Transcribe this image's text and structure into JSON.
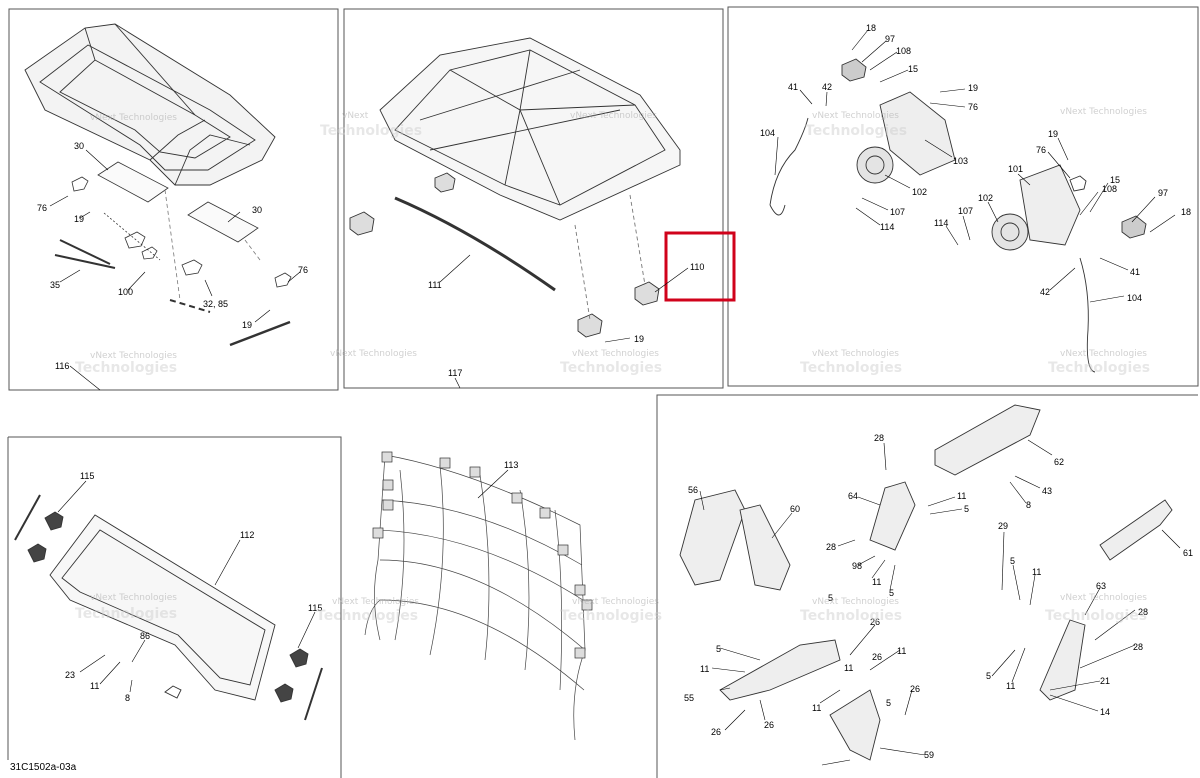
{
  "drawing_ref": "31C1502a-03a",
  "watermark": {
    "line1": "vNext Technologies",
    "line2": "vNext",
    "line3": "Technologies"
  },
  "highlight_color": "#d0021b",
  "panels": {
    "p1": {
      "callouts": [
        "30",
        "76",
        "19",
        "30",
        "35",
        "100",
        "32, 85",
        "76",
        "19",
        "116"
      ]
    },
    "p2": {
      "callouts": [
        "111",
        "110",
        "19",
        "117"
      ]
    },
    "p3": {
      "callouts": [
        "18",
        "97",
        "108",
        "15",
        "41",
        "42",
        "19",
        "76",
        "104",
        "103",
        "102",
        "107",
        "114",
        "19",
        "76",
        "101",
        "15",
        "108",
        "97",
        "18",
        "114",
        "107",
        "102",
        "41",
        "42",
        "104"
      ]
    },
    "p4": {
      "callouts": [
        "115",
        "112",
        "86",
        "23",
        "11",
        "8",
        "115"
      ]
    },
    "p5": {
      "callouts": [
        "113"
      ]
    },
    "p6": {
      "callouts": [
        "28",
        "62",
        "56",
        "60",
        "64",
        "11",
        "5",
        "43",
        "8",
        "29",
        "61",
        "28",
        "98",
        "11",
        "5",
        "5",
        "11",
        "63",
        "5",
        "11",
        "28",
        "5",
        "26",
        "5",
        "11",
        "28",
        "55",
        "26",
        "11",
        "26",
        "11",
        "5",
        "11",
        "21",
        "26",
        "59",
        "26",
        "14"
      ]
    }
  }
}
